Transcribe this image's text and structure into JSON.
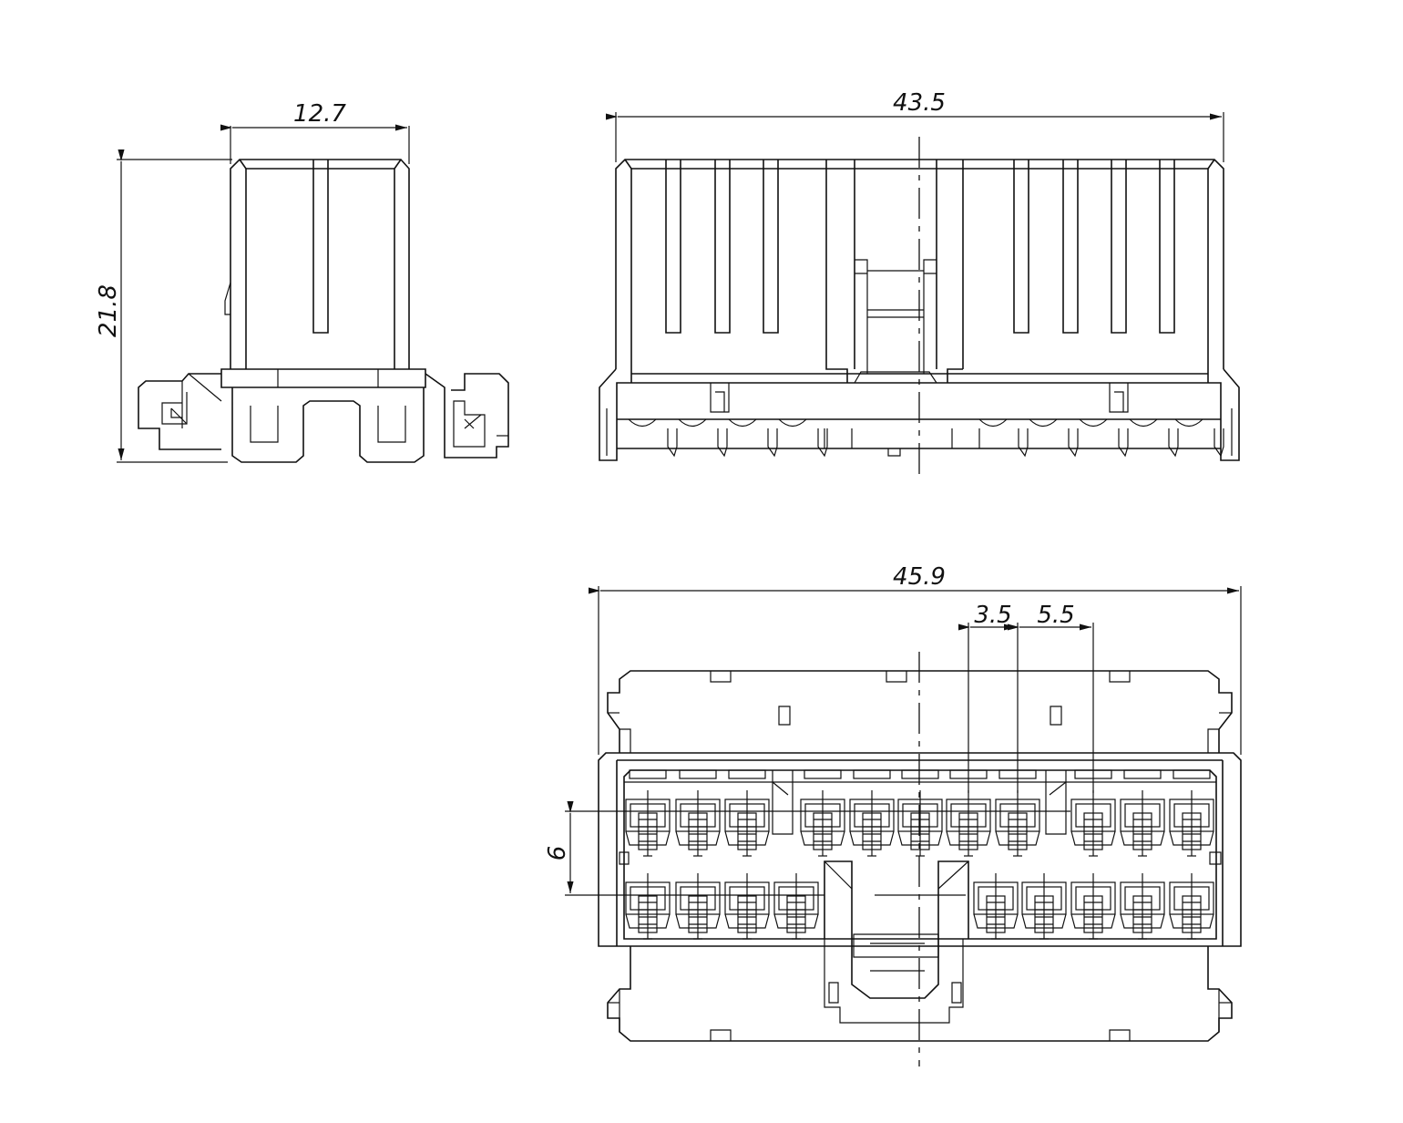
{
  "drawing": {
    "type": "connector technical drawing",
    "line_color": "#111111",
    "background": "#ffffff"
  },
  "dimensions": {
    "side_width": "12.7",
    "side_height": "21.8",
    "front_width": "43.5",
    "bottom_width": "45.9",
    "pitch_small": "3.5",
    "pitch_large": "5.5",
    "row_spacing": "6"
  }
}
